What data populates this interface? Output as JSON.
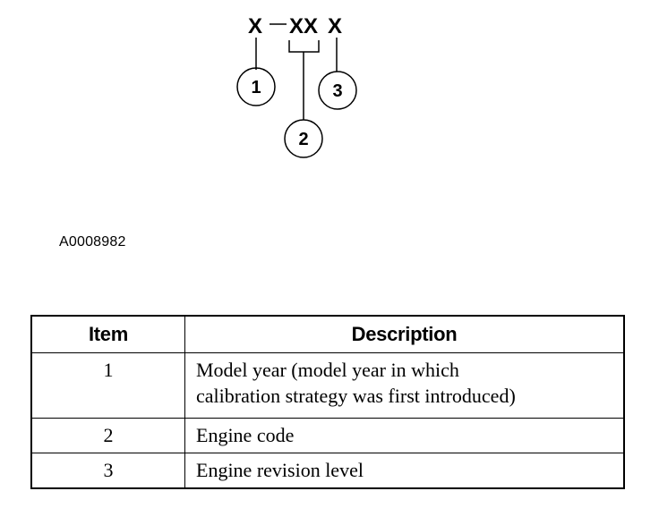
{
  "diagram": {
    "code_chars": [
      "X",
      "XX",
      "X"
    ],
    "callouts": [
      "1",
      "2",
      "3"
    ]
  },
  "reference_id": "A0008982",
  "legend": {
    "headers": {
      "item": "Item",
      "description": "Description"
    },
    "rows": [
      {
        "item": "1",
        "description_lines": [
          "Model year (model year in which",
          "calibration strategy was first introduced)"
        ]
      },
      {
        "item": "2",
        "description_lines": [
          "Engine code"
        ]
      },
      {
        "item": "3",
        "description_lines": [
          "Engine revision level"
        ]
      }
    ]
  }
}
